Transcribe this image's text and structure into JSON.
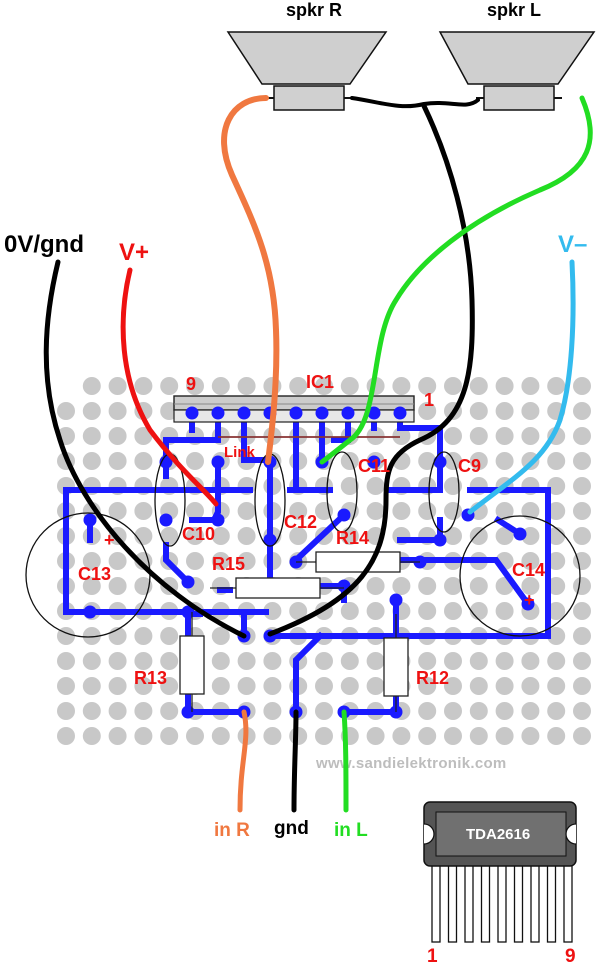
{
  "speakers": {
    "right": "spkr R",
    "left": "spkr L"
  },
  "supply": {
    "gnd": "0V/gnd",
    "vplus": "V+",
    "vminus": "V–"
  },
  "ic": {
    "name": "IC1",
    "pin_first": "9",
    "pin_last": "1"
  },
  "link": "Link",
  "components": {
    "c9": "C9",
    "c10": "C10",
    "c11": "C11",
    "c12": "C12",
    "c13": "C13",
    "c14": "C14",
    "r12": "R12",
    "r13": "R13",
    "r14": "R14",
    "r15": "R15"
  },
  "polarity": {
    "c13_plus": "+",
    "c14_plus": "+"
  },
  "inputs": {
    "in_r": "in R",
    "gnd": "gnd",
    "in_l": "in L"
  },
  "watermark": "www.sandielektronik.com",
  "package": {
    "name": "TDA2616",
    "pin_first": "1",
    "pin_last": "9"
  },
  "colors": {
    "board_dot": "#c8c8c8",
    "trace": "#1a1aff",
    "pad": "#1a1aff",
    "label": "#ee1111",
    "wire_gnd": "#000000",
    "wire_vplus": "#ee1111",
    "wire_vminus": "#33bbee",
    "wire_spkr_r": "#f07840",
    "wire_spkr_l": "#22dd22",
    "ic_body": "#555555"
  }
}
